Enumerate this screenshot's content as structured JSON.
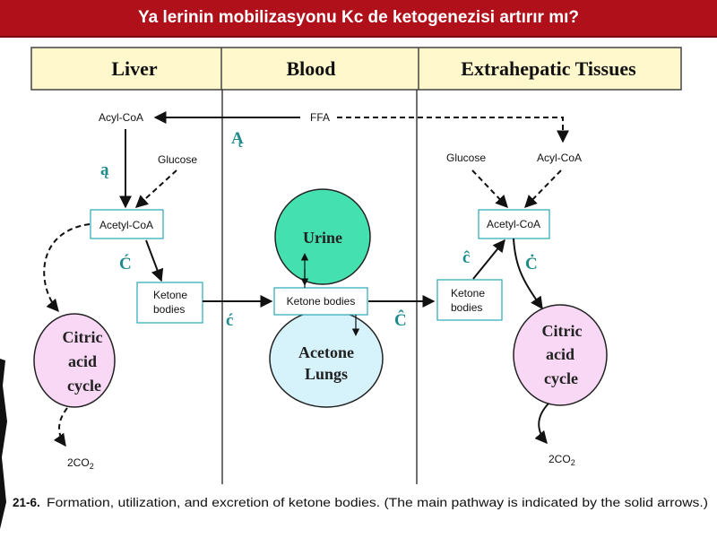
{
  "title": "Ya lerinin mobilizasyonu Kc de ketogenezisi artırır mı?",
  "headers": {
    "liver": "Liver",
    "blood": "Blood",
    "extrahepatic": "Extrahepatic Tissues"
  },
  "labels": {
    "acyl_coa_liver": "Acyl-CoA",
    "ffa": "FFA",
    "glucose_liver": "Glucose",
    "acetyl_coa_liver": "Acetyl-CoA",
    "ketone_liver_1": "Ketone",
    "ketone_liver_2": "bodies",
    "ketone_blood": "Ketone bodies",
    "glucose_ext": "Glucose",
    "acyl_coa_ext": "Acyl-CoA",
    "acetyl_coa_ext": "Acetyl-CoA",
    "ketone_ext_1": "Ketone",
    "ketone_ext_2": "bodies",
    "co2_left": "2CO",
    "co2_left_sub": "2",
    "co2_right": "2CO",
    "co2_right_sub": "2"
  },
  "circles": {
    "urine": "Urine",
    "acetone": "Acetone",
    "lungs": "Lungs",
    "citric_left": [
      "Citric",
      "acid",
      "cycle"
    ],
    "citric_right": [
      "Citric",
      "acid",
      "cycle"
    ]
  },
  "marks": {
    "a_ogonek": "ą",
    "a_ogonek_cap": "Ą",
    "c_acute_cap_left": "Ć",
    "c_acute_small": "ć",
    "c_circ_cap": "Ĉ",
    "c_circ_small": "ĉ",
    "c_dot_cap": "Ċ"
  },
  "caption_prefix": "21-6.",
  "caption": "Formation, utilization, and excretion of ketone bodies. (The main pathway is indicated by the solid arrows.)",
  "colors": {
    "title_bg": "#b0101a",
    "header_bg": "#fff8cc",
    "urine_fill": "#44e0b0",
    "lungs_fill": "#d6f2fa",
    "citric_fill": "#f8d8f4",
    "mark_color": "#1f8a8a"
  }
}
